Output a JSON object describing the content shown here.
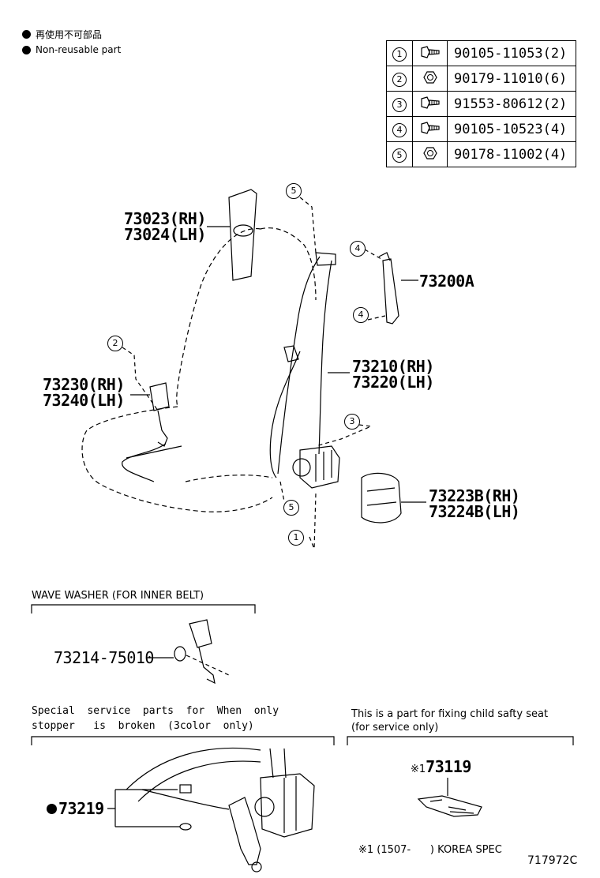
{
  "legend": {
    "jp": "再使用不可部品",
    "en": "Non-reusable part"
  },
  "fasteners": [
    {
      "num": "1",
      "part": "90105-11053(2)",
      "icon": "bolt-icon"
    },
    {
      "num": "2",
      "part": "90179-11010(6)",
      "icon": "nut-icon"
    },
    {
      "num": "3",
      "part": "91553-80612(2)",
      "icon": "bolt-icon"
    },
    {
      "num": "4",
      "part": "90105-10523(4)",
      "icon": "bolt-icon"
    },
    {
      "num": "5",
      "part": "90178-11002(4)",
      "icon": "nut-icon"
    }
  ],
  "labels": {
    "p73023": "73023(RH)",
    "p73024": "73024(LH)",
    "p73200A": "73200A",
    "p73210": "73210(RH)",
    "p73220": "73220(LH)",
    "p73230": "73230(RH)",
    "p73240": "73240(LH)",
    "p73223B": "73223B(RH)",
    "p73224B": "73224B(LH)"
  },
  "callouts": {
    "c5_top": "5",
    "c4_top": "4",
    "c4_bottom": "4",
    "c2": "2",
    "c3": "3",
    "c5_bottom": "5",
    "c1": "1"
  },
  "wave_washer": {
    "heading": "WAVE WASHER (FOR INNER BELT)",
    "part": "73214-75010"
  },
  "special": {
    "line1": "Special  service  parts  for  When  only",
    "line2": "stopper   is  broken  (3color  only)",
    "part": "73219"
  },
  "child_seat": {
    "line1": "This is a part for fixing child safty seat",
    "line2": "(for service only)",
    "part": "73119",
    "mark": "※1",
    "footnote": "※1 (1507-      ) KOREA SPEC"
  },
  "diagram_id": "717972C"
}
